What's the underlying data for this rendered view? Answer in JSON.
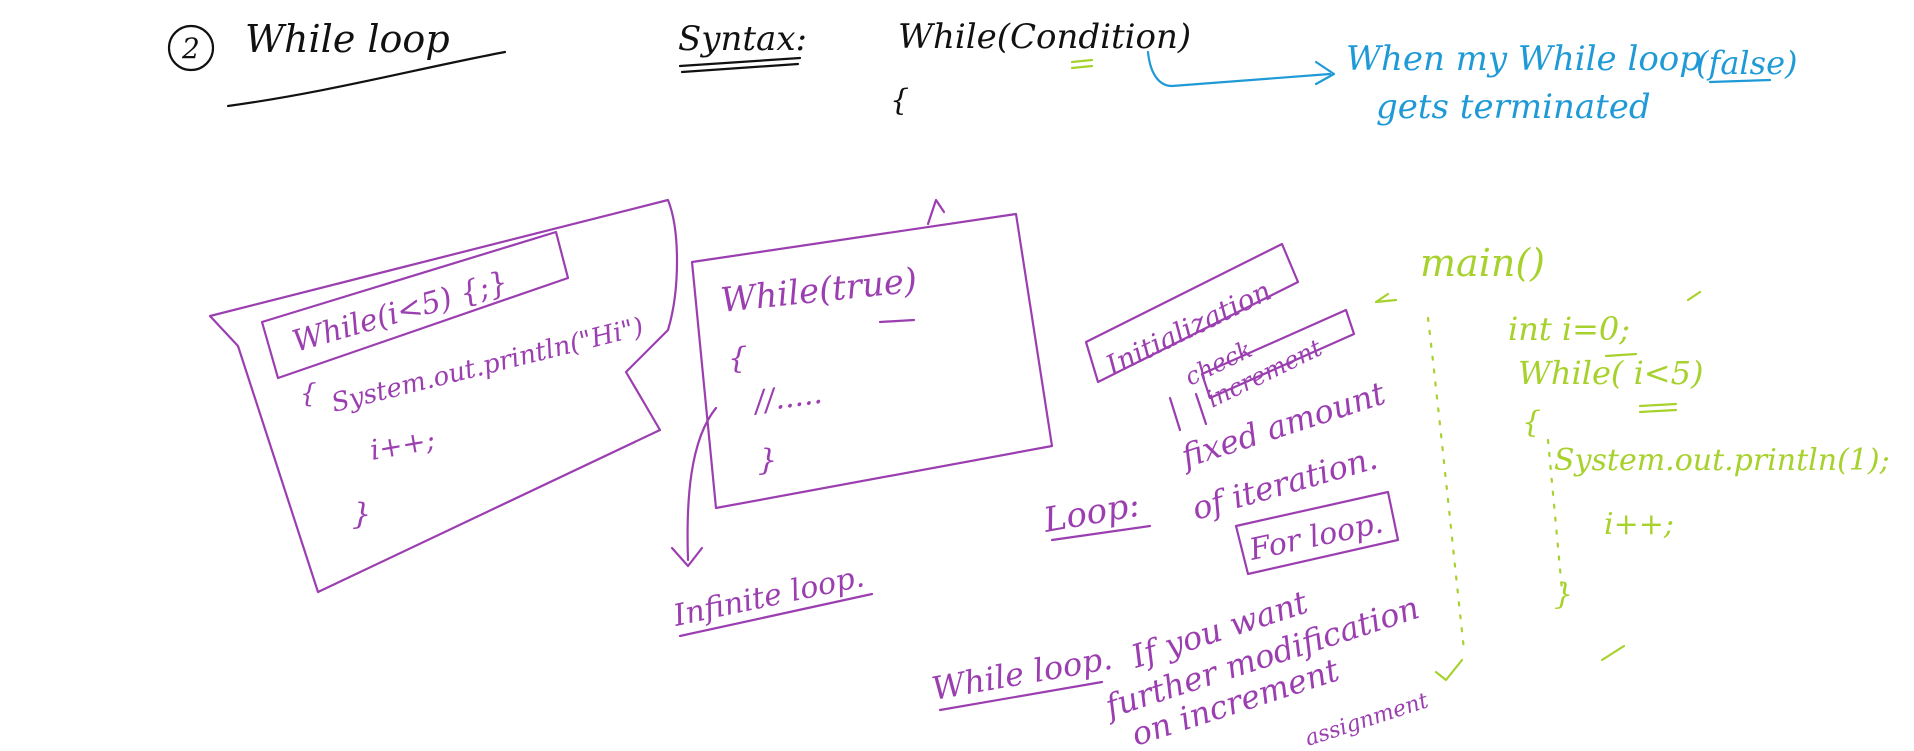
{
  "title": {
    "number": "2",
    "label": "While loop"
  },
  "syntax": {
    "label": "Syntax:",
    "code_line": "While(Condition)",
    "brace": "{"
  },
  "blue_note": {
    "line1": "When my While loop",
    "line2": "gets terminated",
    "line3": "(false)"
  },
  "box1": {
    "line1": "While(i<5) {;}",
    "line2": "System.out.println(\"Hi\")",
    "line3": "i++;",
    "brace_open": "{",
    "brace_close": "}"
  },
  "box2": {
    "line1": "While(true)",
    "line2": "//.....",
    "brace_open": "{",
    "brace_close": "}",
    "arrow_label": "Infinite loop."
  },
  "loop_note": {
    "tag1": "Initialization",
    "tag2": "check",
    "tag3": "increment",
    "loop_label": "Loop:",
    "text1": "fixed amount",
    "text2": "of iteration.",
    "for_loop": "For loop."
  },
  "while_note": {
    "label": "While loop.",
    "text1": "If you want",
    "text2": "further modification",
    "text3": "on increment",
    "text4": "assignment"
  },
  "green_code": {
    "main": "main()",
    "init": "int i=0;",
    "cond": "While( i<5)",
    "brace_open": "{",
    "print": "System.out.println(1);",
    "incr": "i++;",
    "brace_close": "}"
  },
  "colors": {
    "black": "#111111",
    "blue": "#1f9ad6",
    "purple": "#9b3fb0",
    "green": "#a7d12c",
    "background": "#ffffff"
  }
}
